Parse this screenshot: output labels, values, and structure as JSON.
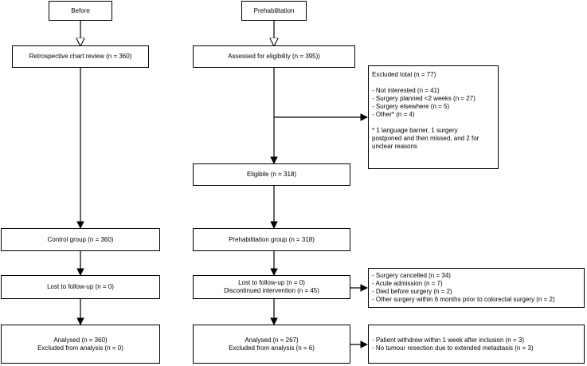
{
  "headers": {
    "before": "Before",
    "prehab": "Prehabilitation"
  },
  "left": {
    "chart_review": "Retrospective chart review (n = 360)",
    "control_group": "Control group (n = 360)",
    "lost": "Lost to follow-up (n = 0)",
    "analysed": [
      "Analysed (n = 360)",
      "Excluded from analysis (n = 0)"
    ]
  },
  "right": {
    "assessed": "Assessed for eligibility (n = 395))",
    "eligible": "Eligibile (n = 318)",
    "prehab_group": "Prehabilitation group (n = 318)",
    "lost": [
      "Lost to follow-up (n = 0)",
      "Discontinued intervention (n = 45)"
    ],
    "analysed": [
      "Analysed (n = 267)",
      "Excluded from analysis (n = 6)"
    ]
  },
  "excluded": {
    "title": "Excluded total (n = 77)",
    "items": [
      "- Not interested (n = 41)",
      "- Surgery planned <2 weeks (n = 27)",
      "- Surgery elsewhere (n = 5)",
      "- Other* (n = 4)"
    ],
    "footnote": [
      "* 1 language barrier, 1 surgery",
      "postponed and then missed, and 2 for",
      "unclear reasons"
    ]
  },
  "discontinued": {
    "items": [
      "- Surgery cancelled (n = 34)",
      "- Acute admission (n = 7)",
      "- Died before surgery (n = 2)",
      "- Other surgery within 6 months prior to colorectal surgery (n = 2)"
    ]
  },
  "withdrawn": {
    "items": [
      "- Patient withdrew within 1 week after inclusion (n = 3)",
      "- No tumour resection due to extended metastasis (n = 3)"
    ]
  }
}
